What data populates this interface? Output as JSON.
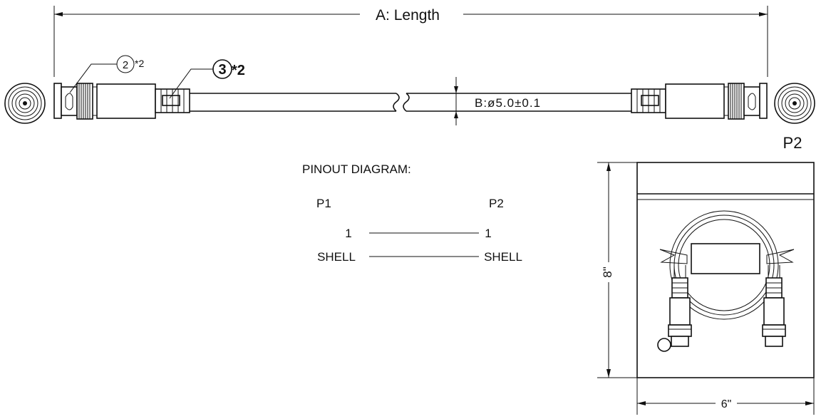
{
  "dimensions": {
    "length_label": "A: Length",
    "diameter_label": "B:ø5.0±0.1",
    "box_height_label": "8\"",
    "box_width_label": "6\""
  },
  "callouts": {
    "item_2": "2",
    "item_2_qty": "*2",
    "item_3": "3",
    "item_3_qty": "*2"
  },
  "pinout": {
    "title": "PINOUT DIAGRAM:",
    "left_header": "P1",
    "right_header": "P2",
    "rows": [
      {
        "left": "1",
        "right": "1"
      },
      {
        "left": "SHELL",
        "right": "SHELL"
      }
    ]
  },
  "labels": {
    "p2": "P2"
  }
}
